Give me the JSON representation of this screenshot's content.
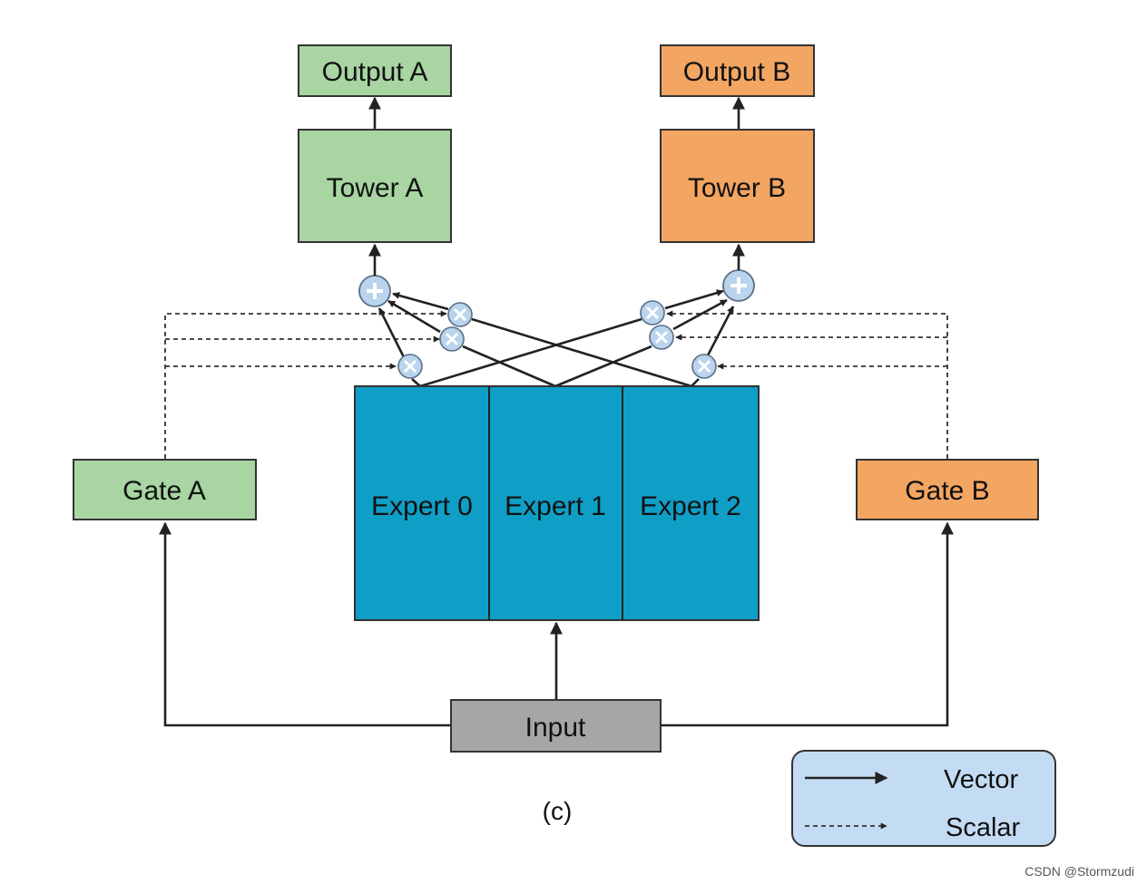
{
  "colors": {
    "green": "#a8d5a2",
    "orange": "#f3a562",
    "teal": "#0f9fc6",
    "gray": "#a6a6a6",
    "legend_bg": "#c3dcf3",
    "op_fill": "#b9d4ec",
    "stroke": "#222222"
  },
  "boxes": {
    "output_a": "Output A",
    "output_b": "Output B",
    "tower_a": "Tower A",
    "tower_b": "Tower B",
    "gate_a": "Gate A",
    "gate_b": "Gate B",
    "expert_0": "Expert 0",
    "expert_1": "Expert 1",
    "expert_2": "Expert 2",
    "input": "Input"
  },
  "caption": "(c)",
  "legend": {
    "vector": "Vector",
    "scalar": "Scalar"
  },
  "icons": {
    "sum": "plus-circle-icon",
    "multiply": "times-circle-icon"
  },
  "credit": "CSDN @Stormzudi"
}
